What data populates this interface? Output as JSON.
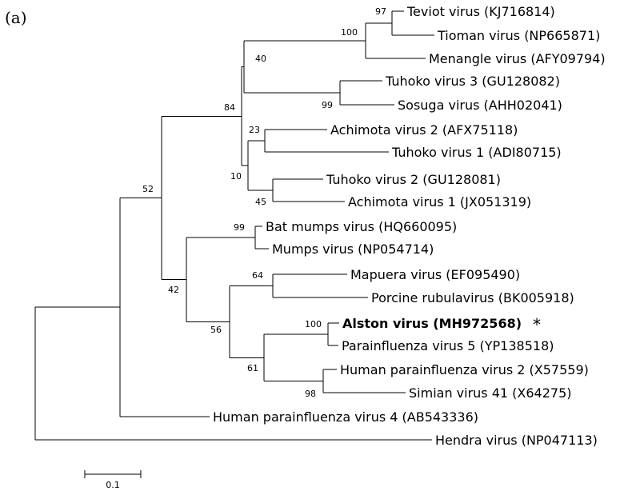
{
  "panel_label": "(a)",
  "leaves": [
    {
      "id": "teviot",
      "label": "Teviot virus (KJ716814)"
    },
    {
      "id": "tioman",
      "label": "Tioman virus (NP665871)"
    },
    {
      "id": "menangle",
      "label": "Menangle virus (AFY09794)"
    },
    {
      "id": "tuhoko3",
      "label": "Tuhoko virus 3 (GU128082)"
    },
    {
      "id": "sosuga",
      "label": "Sosuga virus (AHH02041)"
    },
    {
      "id": "achimota2",
      "label": "Achimota virus 2 (AFX75118)"
    },
    {
      "id": "tuhoko1",
      "label": "Tuhoko virus 1 (ADI80715)"
    },
    {
      "id": "tuhoko2",
      "label": "Tuhoko virus 2 (GU128081)"
    },
    {
      "id": "achimota1",
      "label": "Achimota virus 1 (JX051319)"
    },
    {
      "id": "batmumps",
      "label": "Bat mumps virus (HQ660095)"
    },
    {
      "id": "mumps",
      "label": "Mumps virus (NP054714)"
    },
    {
      "id": "mapuera",
      "label": "Mapuera virus (EF095490)"
    },
    {
      "id": "porcine",
      "label": "Porcine rubulavirus (BK005918)"
    },
    {
      "id": "alston",
      "label": "Alston virus (MH972568)",
      "bold": true,
      "marker": "*"
    },
    {
      "id": "piv5",
      "label": "Parainfluenza virus 5 (YP138518)"
    },
    {
      "id": "hpiv2",
      "label": "Human parainfluenza virus 2 (X57559)"
    },
    {
      "id": "sv41",
      "label": "Simian virus 41 (X64275)"
    },
    {
      "id": "hpiv4",
      "label": "Human parainfluenza virus 4 (AB543336)"
    },
    {
      "id": "hendra",
      "label": "Hendra virus (NP047113)"
    }
  ],
  "bootstrap": [
    {
      "node": "teviot_tioman",
      "value": "97"
    },
    {
      "node": "tioman_clade_menangle",
      "value": "100"
    },
    {
      "node": "tuhoko3_sosuga",
      "value": "99"
    },
    {
      "node": "menangle_tuhoko3_clade",
      "value": "40"
    },
    {
      "node": "achimota2_tuhoko1",
      "value": "23"
    },
    {
      "node": "tuhoko2_achimota1",
      "value": "45"
    },
    {
      "node": "achimota_tuhoko_clade",
      "value": "10"
    },
    {
      "node": "upper_clade",
      "value": "84"
    },
    {
      "node": "mumps_clade",
      "value": "99"
    },
    {
      "node": "mapuera_porcine",
      "value": "64"
    },
    {
      "node": "alston_piv5",
      "value": "100"
    },
    {
      "node": "hpiv2_sv41",
      "value": "98"
    },
    {
      "node": "alston_hpiv2_clade",
      "value": "61"
    },
    {
      "node": "mapuera_alston_clade",
      "value": "56"
    },
    {
      "node": "mumps_mapuera_clade",
      "value": "42"
    },
    {
      "node": "rubulavirus_core",
      "value": "52"
    }
  ],
  "scale_bar": {
    "label": "0.1",
    "length": 0.1
  }
}
